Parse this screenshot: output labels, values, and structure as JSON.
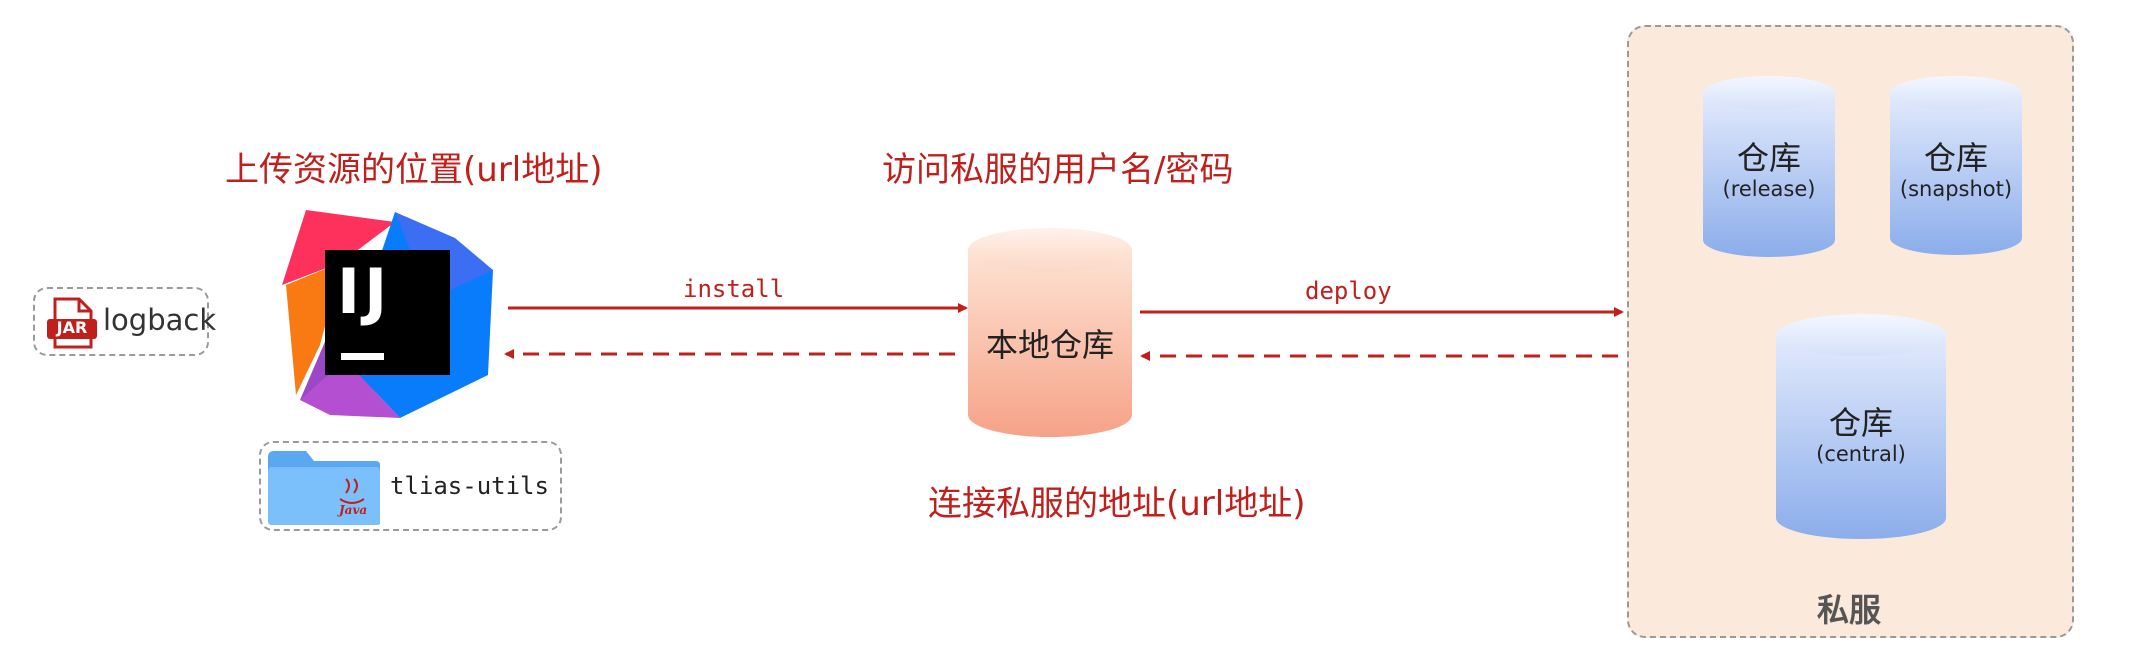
{
  "titles": {
    "upload_location": "上传资源的位置(url地址)",
    "credentials": "访问私服的用户名/密码",
    "server_address": "连接私服的地址(url地址)"
  },
  "local_repo": {
    "label": "本地仓库"
  },
  "arrows": {
    "install": "install",
    "deploy": "deploy"
  },
  "jar": {
    "badge": "JAR",
    "label": "logback"
  },
  "ide": {
    "logo_text": "IJ"
  },
  "project": {
    "label": "tlias-utils",
    "badge": "Java"
  },
  "private_server": {
    "label": "私服",
    "repos": [
      {
        "name": "仓库",
        "sub": "(release)"
      },
      {
        "name": "仓库",
        "sub": "(snapshot)"
      },
      {
        "name": "仓库",
        "sub": "(central)"
      }
    ]
  },
  "colors": {
    "accent_red": "#c0201c",
    "local_repo_gradient_top": "#fde0d0",
    "local_repo_gradient_bottom": "#f6a68a",
    "remote_repo_gradient_top": "#dde6fb",
    "remote_repo_gradient_bottom": "#8fb0ee",
    "server_panel_bg": "#fbe9dc"
  }
}
